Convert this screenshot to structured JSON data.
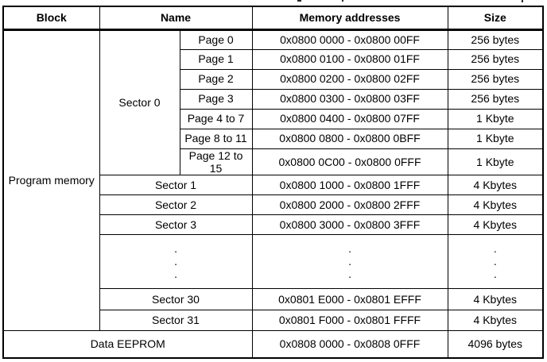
{
  "table": {
    "border_color": "#000000",
    "text_color": "#000000",
    "header": {
      "block": "Block",
      "name": "Name",
      "memory_addresses": "Memory addresses",
      "size": "Size"
    },
    "program_memory_label": "Program memory",
    "sector0_label": "Sector 0",
    "page_rows": [
      {
        "name": "Page 0",
        "addresses": "0x0800 0000 - 0x0800 00FF",
        "size": "256 bytes"
      },
      {
        "name": "Page 1",
        "addresses": "0x0800 0100 - 0x0800 01FF",
        "size": "256 bytes"
      },
      {
        "name": "Page 2",
        "addresses": "0x0800 0200 - 0x0800 02FF",
        "size": "256 bytes"
      },
      {
        "name": "Page 3",
        "addresses": "0x0800 0300 - 0x0800 03FF",
        "size": "256 bytes"
      },
      {
        "name": "Page 4 to 7",
        "addresses": "0x0800 0400 - 0x0800 07FF",
        "size": "1 Kbyte"
      },
      {
        "name": "Page 8 to 11",
        "addresses": "0x0800 0800 - 0x0800 0BFF",
        "size": "1 Kbyte"
      },
      {
        "name": "Page 12 to 15",
        "addresses": "0x0800 0C00 - 0x0800 0FFF",
        "size": "1 Kbyte"
      }
    ],
    "sector_rows_upper": [
      {
        "name": "Sector 1",
        "addresses": "0x0800 1000 - 0x0800 1FFF",
        "size": "4 Kbytes"
      },
      {
        "name": "Sector 2",
        "addresses": "0x0800 2000 - 0x0800 2FFF",
        "size": "4 Kbytes"
      },
      {
        "name": "Sector 3",
        "addresses": "0x0800 3000 - 0x0800 3FFF",
        "size": "4 Kbytes"
      }
    ],
    "ellipsis_row": {
      "name": ".\n.\n.",
      "addresses": ".\n.\n.",
      "size": ".\n.\n."
    },
    "sector_rows_lower": [
      {
        "name": "Sector 30",
        "addresses": "0x0801 E000 - 0x0801 EFFF",
        "size": "4 Kbytes"
      },
      {
        "name": "Sector 31",
        "addresses": "0x0801 F000 - 0x0801 FFFF",
        "size": "4 Kbytes"
      }
    ],
    "eeprom_row": {
      "name": "Data EEPROM",
      "addresses": "0x0808 0000 - 0x0808 0FFF",
      "size": "4096 bytes"
    }
  }
}
